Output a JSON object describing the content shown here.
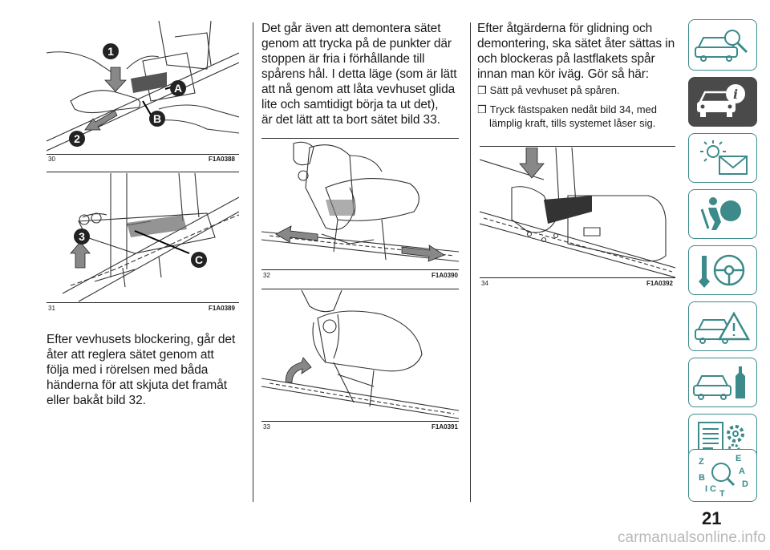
{
  "page_number": "21",
  "watermark": "carmanualsonline.info",
  "figures": {
    "f30": {
      "num": "30",
      "code": "F1A0388",
      "callouts": {
        "c1": "1",
        "c2": "2",
        "cA": "A",
        "cB": "B"
      }
    },
    "f31": {
      "num": "31",
      "code": "F1A0389",
      "callouts": {
        "c3": "3",
        "cC": "C"
      }
    },
    "f32": {
      "num": "32",
      "code": "F1A0390"
    },
    "f33": {
      "num": "33",
      "code": "F1A0391"
    },
    "f34": {
      "num": "34",
      "code": "F1A0392"
    }
  },
  "col1": {
    "para_lines": [
      "Efter vevhusets blockering, går det",
      "åter att reglera sätet genom att",
      "följa med i rörelsen med båda",
      "händerna för att skjuta det framåt",
      "eller bakåt bild 32."
    ]
  },
  "col2": {
    "para_lines": [
      "Det går även att demontera sätet",
      "genom att trycka på de punkter där",
      "stoppen är fria i förhållande till",
      "spårens hål. I detta läge (som är lätt",
      "att nå genom att låta vevhuset glida",
      "lite och samtidigt börja ta ut det),",
      "är det lätt att ta bort sätet bild 33."
    ]
  },
  "col3": {
    "para_lines": [
      "Efter åtgärderna för glidning och",
      "demontering, ska sätet åter sättas in",
      "och blockeras på lastflakets spår",
      "innan man kör iväg. Gör så här:"
    ],
    "bullet_symbol": "❒",
    "bullets": [
      {
        "lines": [
          "Sätt på vevhuset på spåren."
        ]
      },
      {
        "lines": [
          "Tryck fästspaken nedåt bild 34, med",
          "lämplig kraft, tills systemet låser sig."
        ]
      }
    ]
  },
  "sidebar": {
    "tabs": [
      {
        "icon": "car-dashboard-search-icon"
      },
      {
        "icon": "car-info-icon"
      },
      {
        "icon": "warning-light-envelope-icon"
      },
      {
        "icon": "airbag-seat-icon"
      },
      {
        "icon": "steering-wheel-key-icon"
      },
      {
        "icon": "car-warning-triangle-icon"
      },
      {
        "icon": "car-wrench-icon"
      },
      {
        "icon": "data-gear-icon"
      },
      {
        "icon": "alphabet-index-search-icon"
      }
    ],
    "index_letters": [
      "Z",
      "E",
      "A",
      "B",
      "C",
      "D",
      "I",
      "T"
    ]
  }
}
